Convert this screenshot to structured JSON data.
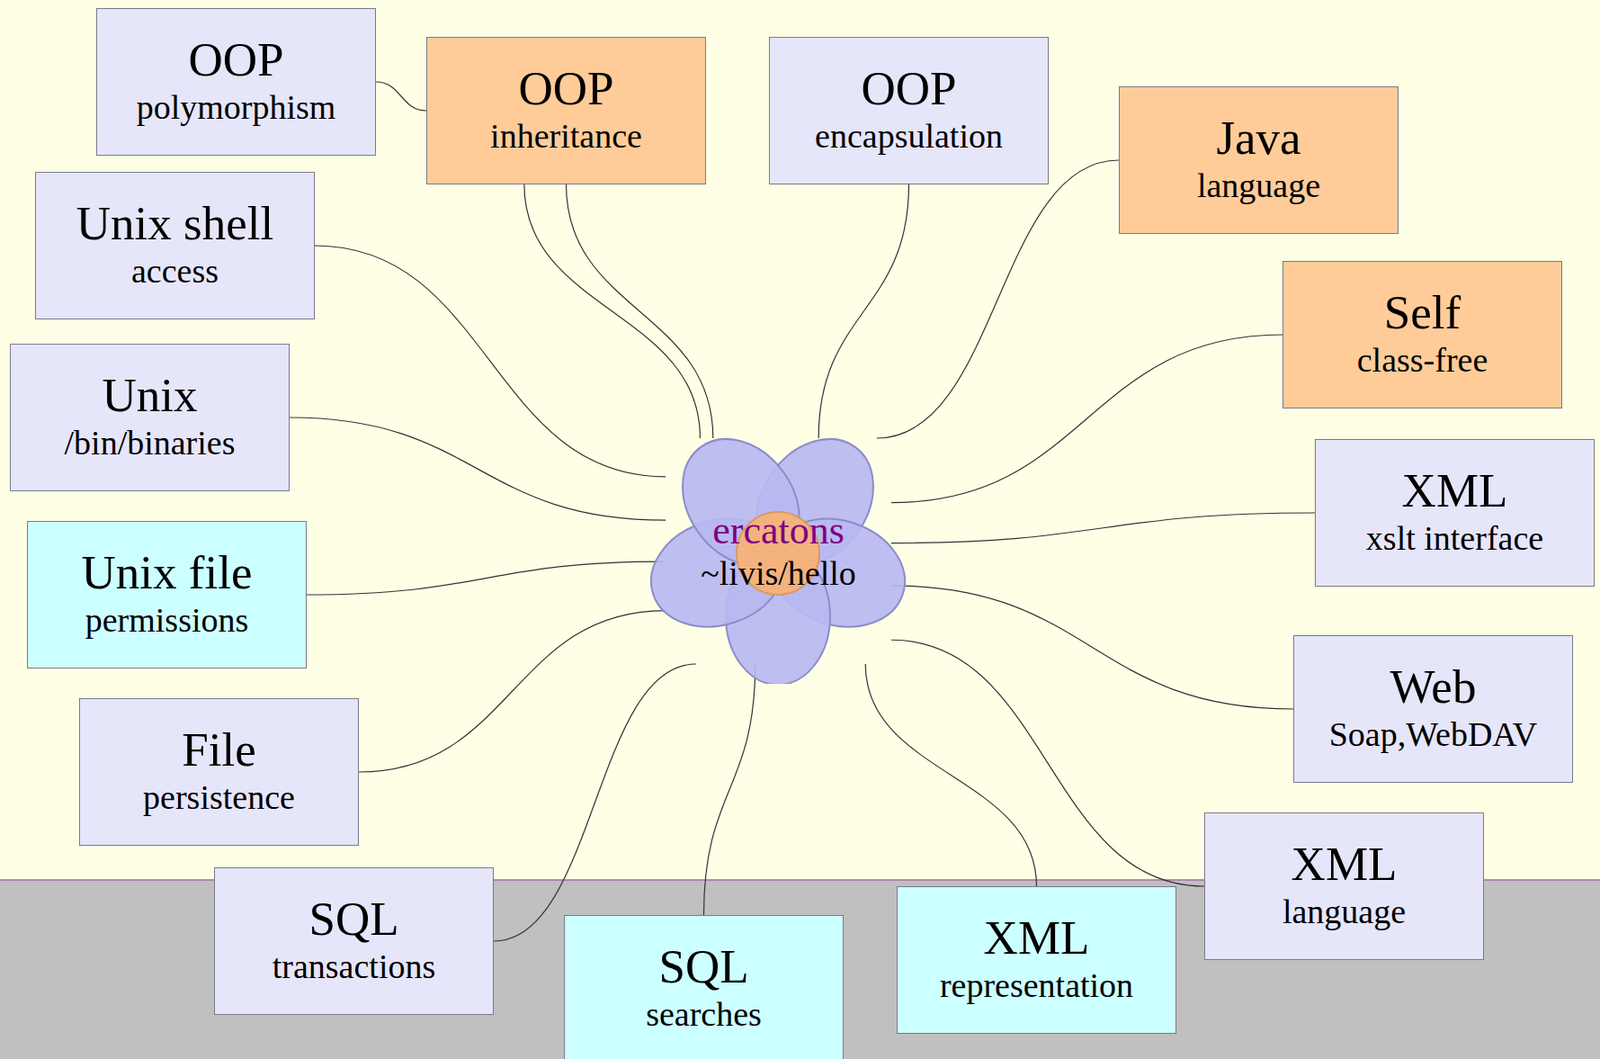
{
  "diagram": {
    "nodes": [
      {
        "text": [
          "OOP",
          "polymorphism"
        ]
      },
      {
        "text": [
          "OOP",
          "inheritance"
        ]
      },
      {
        "text": [
          "OOP",
          "encapsulation"
        ]
      },
      {
        "text": [
          "Java",
          "language"
        ]
      },
      {
        "text": [
          "Self",
          "class-free"
        ]
      },
      {
        "text": [
          "Unix shell",
          "access"
        ]
      },
      {
        "text": [
          "Unix",
          "/bin/binaries"
        ]
      },
      {
        "text": [
          "XML",
          "xslt interface"
        ]
      },
      {
        "text": [
          "ercatons",
          "~livis/hello"
        ]
      },
      {
        "text": [
          "Unix file",
          "permissions"
        ]
      },
      {
        "text": [
          "Web",
          "Soap,WebDAV"
        ]
      },
      {
        "text": [
          "File",
          "persistence"
        ]
      },
      {
        "text": [
          "XML",
          "language"
        ]
      },
      {
        "text": [
          "SQL",
          "transactions"
        ]
      },
      {
        "text": [
          "SQL",
          "searches"
        ]
      },
      {
        "text": [
          "XML",
          "representation"
        ]
      }
    ],
    "edges": [
      {
        "from": 0,
        "to": 1,
        "arrow": "none"
      },
      {
        "from": 1,
        "to": 8,
        "arrow": "none"
      },
      {
        "from": 1,
        "to": 8,
        "arrow": "none"
      },
      {
        "from": 2,
        "to": 8,
        "arrow": "none"
      },
      {
        "from": 3,
        "to": 8,
        "arrow": "none"
      },
      {
        "from": 4,
        "to": 8,
        "arrow": "none"
      },
      {
        "from": 5,
        "to": 8,
        "arrow": "none"
      },
      {
        "from": 6,
        "to": 8,
        "arrow": "none"
      },
      {
        "from": 7,
        "to": 8,
        "arrow": "none"
      },
      {
        "from": 9,
        "to": 8,
        "arrow": "none"
      },
      {
        "from": 10,
        "to": 8,
        "arrow": "none"
      },
      {
        "from": 11,
        "to": 8,
        "arrow": "none"
      },
      {
        "from": 12,
        "to": 8,
        "arrow": "none"
      },
      {
        "from": 13,
        "to": 8,
        "arrow": "none"
      },
      {
        "from": 14,
        "to": 8,
        "arrow": "none"
      },
      {
        "from": 15,
        "to": 8,
        "arrow": "none"
      }
    ]
  }
}
